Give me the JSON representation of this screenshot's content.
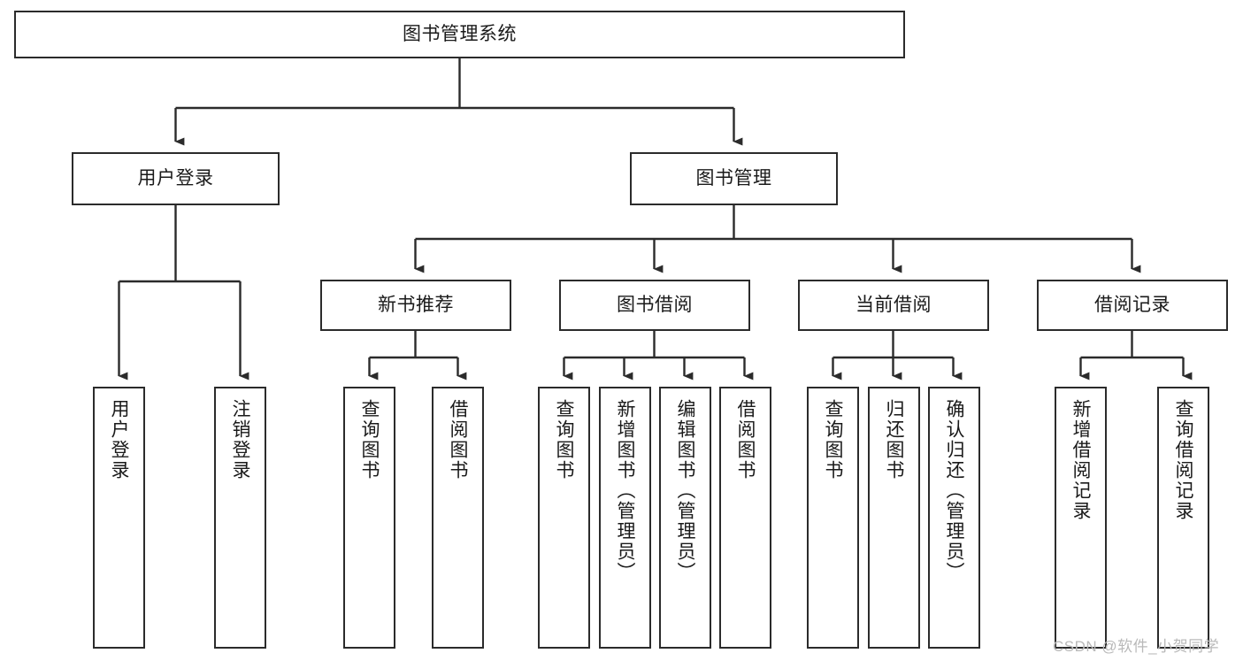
{
  "diagram": {
    "title": "图书管理系统",
    "type": "tree-hierarchy",
    "background_color": "#ffffff",
    "box_border_color": "#2b2b2b",
    "connector_color": "#2b2b2b",
    "text_color": "#1a1a1a"
  },
  "nodes": {
    "root": {
      "label": "图书管理系统"
    },
    "level2": [
      {
        "label": "用户登录"
      },
      {
        "label": "图书管理"
      }
    ],
    "level3": [
      {
        "label": "新书推荐"
      },
      {
        "label": "图书借阅"
      },
      {
        "label": "当前借阅"
      },
      {
        "label": "借阅记录"
      }
    ],
    "leaves": {
      "user_login": [
        {
          "label": "用户登录"
        },
        {
          "label": "注销登录"
        }
      ],
      "new_book": [
        {
          "label": "查询图书"
        },
        {
          "label": "借阅图书"
        }
      ],
      "book_borrow": [
        {
          "label": "查询图书"
        },
        {
          "label": "新增图书（管理员）"
        },
        {
          "label": "编辑图书（管理员）"
        },
        {
          "label": "借阅图书"
        }
      ],
      "current_borrow": [
        {
          "label": "查询图书"
        },
        {
          "label": "归还图书"
        },
        {
          "label": "确认归还（管理员）"
        }
      ],
      "borrow_record": [
        {
          "label": "新增借阅记录"
        },
        {
          "label": "查询借阅记录"
        }
      ]
    }
  },
  "watermark": {
    "text": "CSDN @软件_小贺同学",
    "color": "#b9b9b9"
  }
}
